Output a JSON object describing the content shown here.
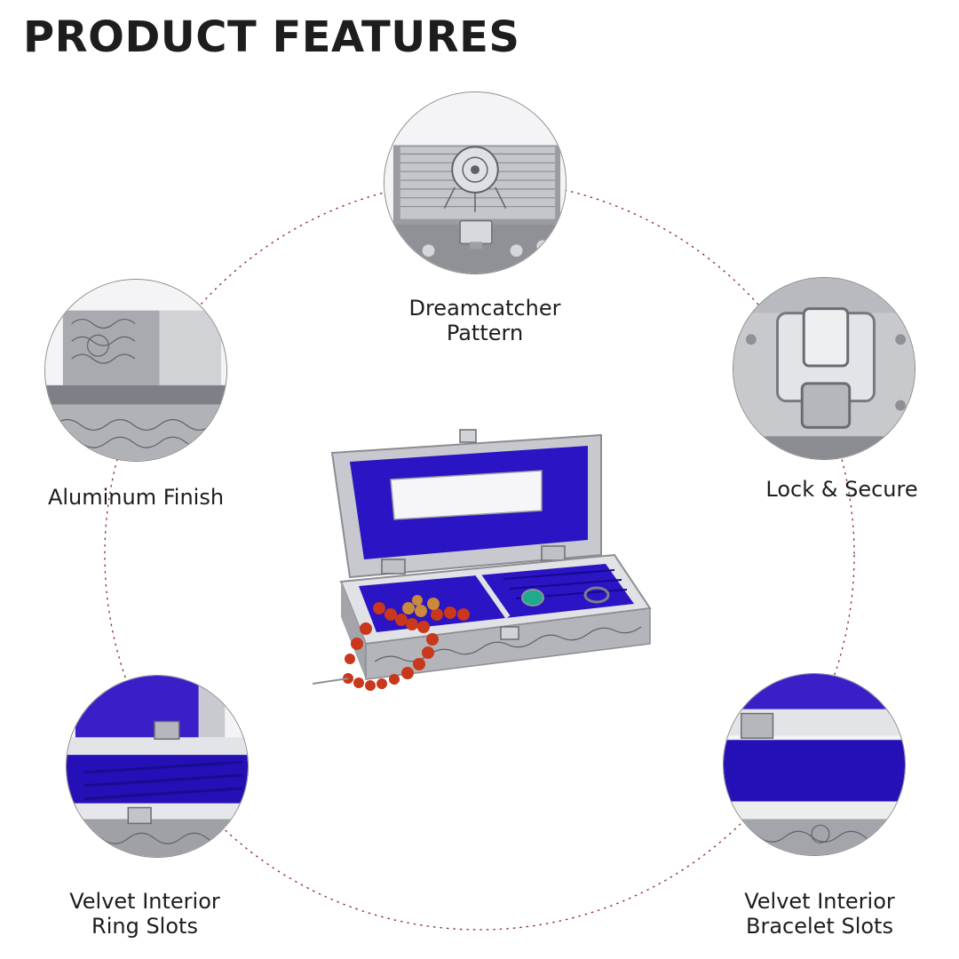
{
  "title": "PRODUCT FEATURES",
  "features": [
    {
      "line1": "Dreamcatcher",
      "line2": "Pattern"
    },
    {
      "line1": "Aluminum Finish",
      "line2": ""
    },
    {
      "line1": "Lock & Secure",
      "line2": ""
    },
    {
      "line1": "Velvet Interior",
      "line2": "Ring Slots"
    },
    {
      "line1": "Velvet Interior",
      "line2": "Bracelet Slots"
    }
  ],
  "colors": {
    "velvet": "#2a14c4",
    "silver": "#b9bcc2",
    "bead": "#c9371c"
  }
}
